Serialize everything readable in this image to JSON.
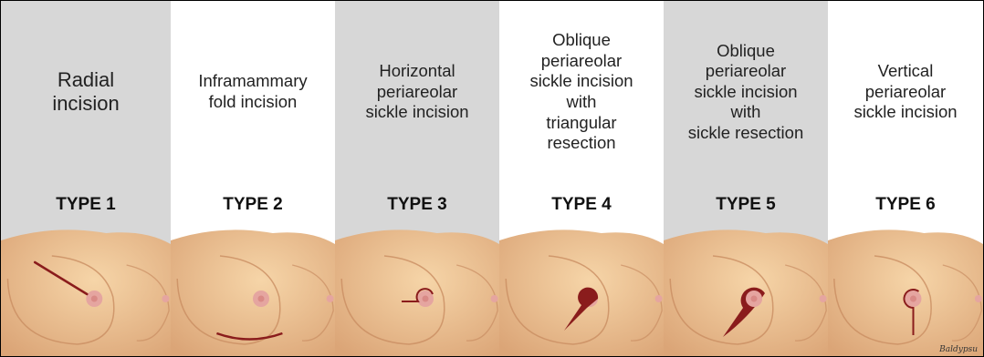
{
  "panels": [
    {
      "id": "type-1",
      "title": "Radial\nincision",
      "type_label": "TYPE 1",
      "shade": "gray",
      "incision": "radial-line"
    },
    {
      "id": "type-2",
      "title": "Inframammary\nfold incision",
      "type_label": "TYPE 2",
      "shade": "white",
      "incision": "inframammary-arc"
    },
    {
      "id": "type-3",
      "title": "Horizontal\nperiareolar\nsickle incision",
      "type_label": "TYPE 3",
      "shade": "gray",
      "incision": "horizontal-sickle"
    },
    {
      "id": "type-4",
      "title": "Oblique\nperiareolar\nsickle incision\nwith\ntriangular\nresection",
      "type_label": "TYPE 4",
      "shade": "white",
      "incision": "triangular-resection"
    },
    {
      "id": "type-5",
      "title": "Oblique\nperiareolar\nsickle incision\nwith\nsickle resection",
      "type_label": "TYPE 5",
      "shade": "gray",
      "incision": "sickle-resection"
    },
    {
      "id": "type-6",
      "title": "Vertical\nperiareolar\nsickle incision",
      "type_label": "TYPE 6",
      "shade": "white",
      "incision": "vertical-sickle"
    }
  ],
  "colors": {
    "panel_gray": "#d7d7d7",
    "skin_light": "#f6d5a8",
    "skin_shadow": "#dba577",
    "areola": "#e5a5a0",
    "nipple": "#d98a86",
    "incision": "#8a1c1c"
  },
  "signature": "Baldypsu"
}
